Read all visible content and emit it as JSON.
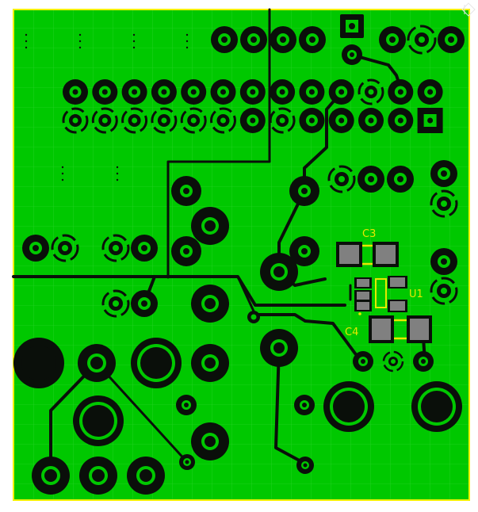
{
  "colors": {
    "background": "#ffffff",
    "copper_pour": "#00c800",
    "grid": "#33d633",
    "board_outline": "#f2f200",
    "trace": "#0a0f0a",
    "pad_dark": "#0a0f0a",
    "pad_copper": "#00c800",
    "smd_pad": "#808080",
    "silkscreen": "#e8e800"
  },
  "labels": {
    "c3": "C3",
    "c4": "C4",
    "u1": "U1"
  },
  "icons": {
    "corner": "diamond-glyph-icon"
  }
}
